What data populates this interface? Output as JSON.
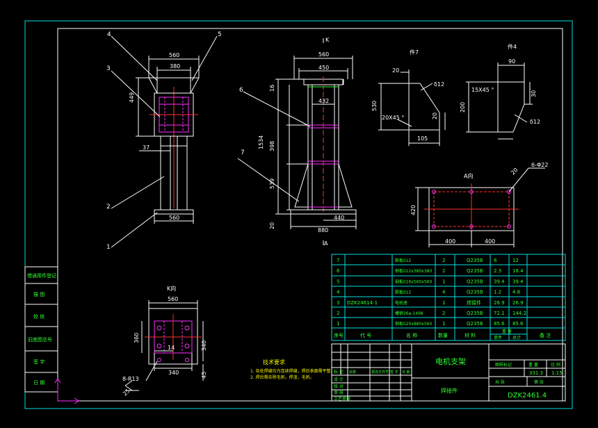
{
  "balloons": [
    "4",
    "5",
    "3",
    "2",
    "1",
    "6",
    "7"
  ],
  "view_labels": {
    "k_top": "K",
    "a_bottom": "A",
    "part7": "件7",
    "part4": "件4",
    "a_view": "A向",
    "k_view": "K向"
  },
  "dims": {
    "d560a": "560",
    "d380": "380",
    "d449": "449",
    "d37": "37",
    "d560b": "560",
    "d560c": "560",
    "d450": "450",
    "d16": "16",
    "d432": "432",
    "d1534": "1534",
    "d398": "398",
    "d539": "539",
    "d20a": "20",
    "d440": "440",
    "d880": "880",
    "p7_20": "20",
    "p7_d12": "δ12",
    "p7_530": "530",
    "p7_chamfer": "20X45 °",
    "p7_20b": "20",
    "p7_105": "105",
    "p4_90": "90",
    "p4_chamfer": "15X45 °",
    "p4_30": "30",
    "p4_200": "200",
    "p4_d12": "δ12",
    "a_ang": "20",
    "a_holes": "6-Φ22",
    "a_420": "420",
    "a_400a": "400",
    "a_400b": "400",
    "k_560": "560",
    "k_360": "360",
    "k_14": "14",
    "k_340a": "340",
    "k_340b": "340",
    "k_45": "45",
    "k_r": "8-R13",
    "k_25": "25"
  },
  "tech_req": {
    "title": "技术要求",
    "line1": "1. 各处焊缝均为连续焊缝，焊后表面需平整，",
    "line2": "2. 焊后需去除毛刺，焊渣，毛刺。"
  },
  "left_strip": [
    "借通用件登记",
    "描 图",
    "校 核",
    "旧底图总号",
    "签 字",
    "日 期"
  ],
  "bom": {
    "rows": [
      {
        "no": "7",
        "code": "",
        "name": "筋板δ12",
        "qty": "2",
        "mat": "Q235B",
        "unit": "6",
        "total": "12"
      },
      {
        "no": "6",
        "code": "",
        "name": "钢板δ12x380x380",
        "qty": "2",
        "mat": "Q235B",
        "unit": "2.3",
        "total": "18.4"
      },
      {
        "no": "5",
        "code": "",
        "name": "钢板δ16x560x560",
        "qty": "1",
        "mat": "Q235B",
        "unit": "39.4",
        "total": "39.4"
      },
      {
        "no": "4",
        "code": "",
        "name": "筋板δ12",
        "qty": "4",
        "mat": "Q235B",
        "unit": "1.2",
        "total": "4.8"
      },
      {
        "no": "3",
        "code": "DZK24614-1",
        "name": "电机座",
        "qty": "1",
        "mat": "焊接件",
        "unit": "26.9",
        "total": "26.9"
      },
      {
        "no": "2",
        "code": "",
        "name": "槽钢36a-1498",
        "qty": "2",
        "mat": "Q235B",
        "unit": "72.1",
        "total": "144.2"
      },
      {
        "no": "1",
        "code": "",
        "name": "钢板δ20x880x560",
        "qty": "1",
        "mat": "Q235B",
        "unit": "85.6",
        "total": "85.6"
      }
    ],
    "headers": {
      "no": "序号",
      "code": "代 号",
      "name": "名 称",
      "qty": "数量",
      "mat": "材 料",
      "unit": "单件",
      "total": "总计",
      "weight": "重 量",
      "remark": "备 注"
    }
  },
  "title_block": {
    "title": "电机支架",
    "subtitle": "焊接件",
    "drawing_no": "DZK2461.4",
    "stage_label": "图样标记",
    "weight_label": "重 量",
    "scale_label": "比 例",
    "weight_value": "331.3",
    "scale_value": "1:15",
    "sheet_label": "共  张",
    "sheet_of": "第  张",
    "sign_rows": [
      "标 记",
      "设 计",
      "校 对",
      "审 核",
      "工艺审核"
    ],
    "sign_cols": [
      "处数",
      "更改文件号",
      "签 字",
      "日 期"
    ]
  }
}
